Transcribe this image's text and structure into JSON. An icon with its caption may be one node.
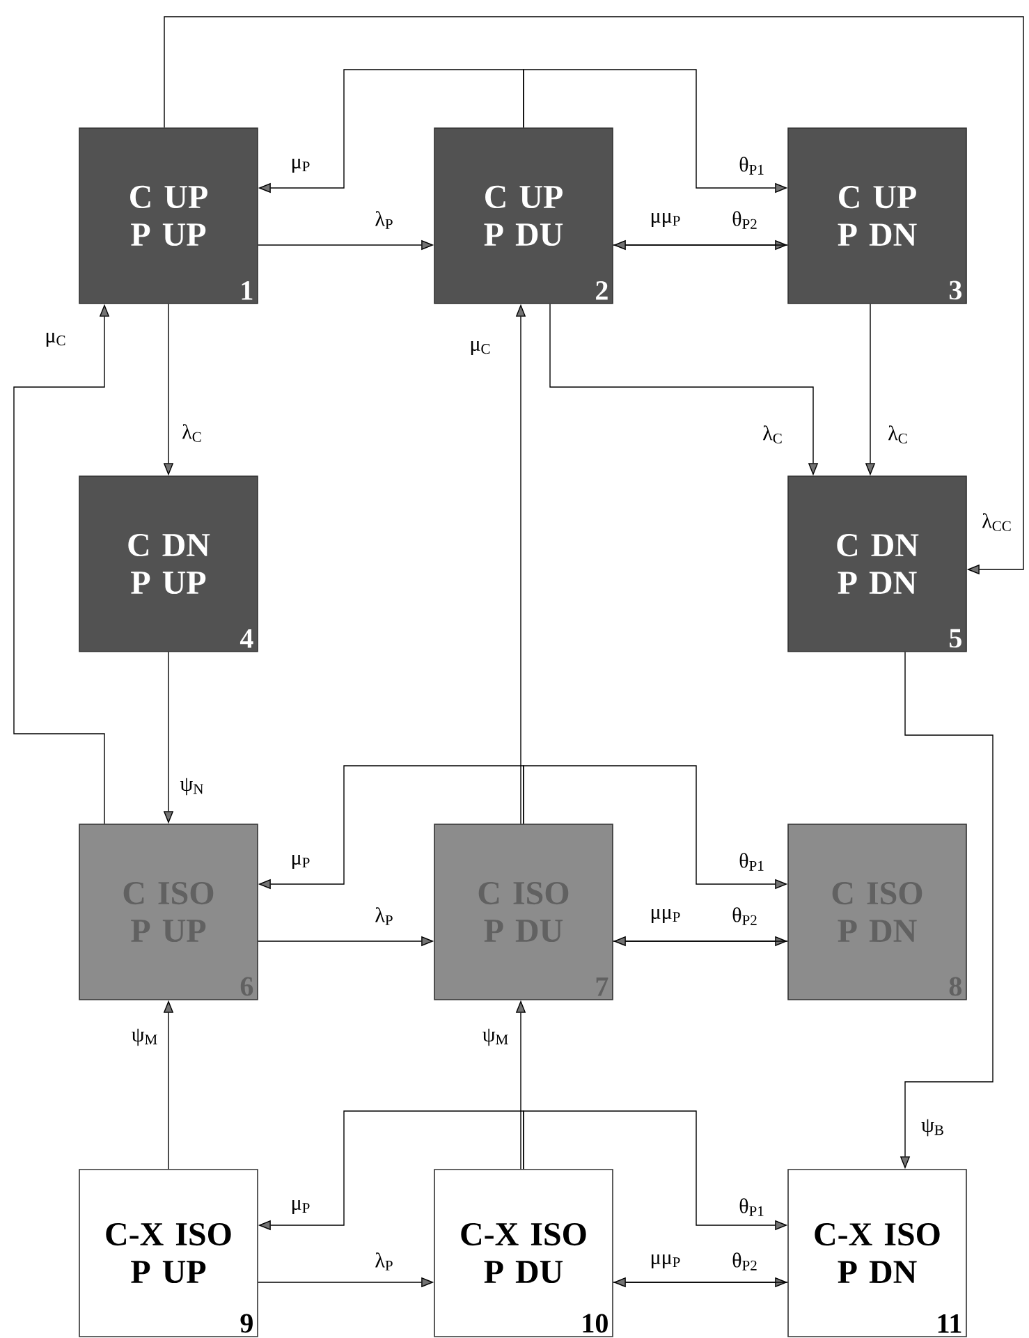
{
  "diagram": {
    "nodes": [
      {
        "text": [
          "C UP P UP",
          "1"
        ]
      },
      {
        "text": [
          "C UP P DU",
          "2"
        ]
      },
      {
        "text": [
          "C UP P DN",
          "3"
        ]
      },
      {
        "text": [
          "C DN P UP",
          "4"
        ]
      },
      {
        "text": [
          "C DN P DN",
          "5"
        ]
      },
      {
        "text": [
          "C ISO P UP",
          "6"
        ]
      },
      {
        "text": [
          "C ISO P DU",
          "7"
        ]
      },
      {
        "text": [
          "C ISO P DN",
          "8"
        ]
      },
      {
        "text": [
          "C-X ISO P UP",
          "9"
        ]
      },
      {
        "text": [
          "C-X ISO P DU",
          "10"
        ]
      },
      {
        "text": [
          "C-X ISO P DN",
          "11"
        ]
      }
    ],
    "edges": [
      {
        "from": 0,
        "to": 1,
        "arrow": "to",
        "label": "λ$_{P}$"
      },
      {
        "from": 1,
        "to": 2,
        "arrow": "to",
        "label": "θ$_{P2}$"
      },
      {
        "from": 2,
        "to": 1,
        "arrow": "to",
        "label": "μμ$_{P}$"
      },
      {
        "from": 1,
        "to": 0,
        "arrow": "to",
        "label": "μ$_{P}$"
      },
      {
        "from": 1,
        "to": 2,
        "arrow": "to",
        "label": "θ$_{P1}$"
      },
      {
        "from": 0,
        "to": 4,
        "arrow": "to",
        "label": "λ$_{CC}$"
      },
      {
        "from": 0,
        "to": 3,
        "arrow": "to",
        "label": "λ$_{C}$"
      },
      {
        "from": 3,
        "to": 5,
        "arrow": "to",
        "label": "ψ$_{N}$"
      },
      {
        "from": 5,
        "to": 0,
        "arrow": "to",
        "label": "μ$_{C}$"
      },
      {
        "from": 1,
        "to": 4,
        "arrow": "to",
        "label": "λ$_{C}$"
      },
      {
        "from": 2,
        "to": 4,
        "arrow": "to",
        "label": "λ$_{C}$"
      },
      {
        "from": 6,
        "to": 1,
        "arrow": "to",
        "label": "μ$_{C}$"
      },
      {
        "from": 4,
        "to": 10,
        "arrow": "to",
        "label": "ψ$_{B}$"
      },
      {
        "from": 5,
        "to": 6,
        "arrow": "to",
        "label": "λ$_{P}$"
      },
      {
        "from": 6,
        "to": 7,
        "arrow": "to",
        "label": "θ$_{P2}$"
      },
      {
        "from": 7,
        "to": 6,
        "arrow": "to",
        "label": "μμ$_{P}$"
      },
      {
        "from": 6,
        "to": 5,
        "arrow": "to",
        "label": "μ$_{P}$"
      },
      {
        "from": 6,
        "to": 7,
        "arrow": "to",
        "label": "θ$_{P1}$"
      },
      {
        "from": 8,
        "to": 5,
        "arrow": "to",
        "label": "ψ$_{M}$"
      },
      {
        "from": 9,
        "to": 6,
        "arrow": "to",
        "label": "ψ$_{M}$"
      },
      {
        "from": 8,
        "to": 9,
        "arrow": "to",
        "label": "λ$_{P}$"
      },
      {
        "from": 9,
        "to": 10,
        "arrow": "to",
        "label": "θ$_{P2}$"
      },
      {
        "from": 10,
        "to": 9,
        "arrow": "to",
        "label": "μμ$_{P}$"
      },
      {
        "from": 9,
        "to": 8,
        "arrow": "to",
        "label": "μ$_{P}$"
      },
      {
        "from": 9,
        "to": 10,
        "arrow": "to",
        "label": "θ$_{P1}$"
      }
    ]
  }
}
